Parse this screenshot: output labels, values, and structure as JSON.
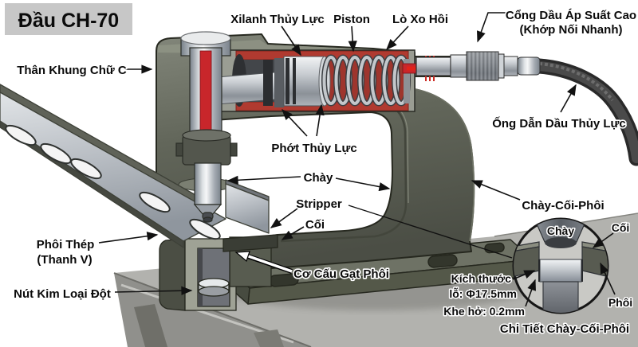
{
  "labels": {
    "title": "Đầu CH-70",
    "cylinder": "Xilanh Thủy Lực",
    "piston": "Piston",
    "spring": "Lò Xo Hồi",
    "port1": "Cổng Dầu Áp Suất Cao",
    "port2": "(Khớp Nối Nhanh)",
    "frame": "Thân Khung Chữ C",
    "hose": "Ống Dẫn Dầu Thủy Lực",
    "seal": "Phớt Thủy Lực",
    "punch": "Chày",
    "stripper": "Stripper",
    "die": "Cối",
    "pdw": "Chày-Cối-Phôi",
    "workpiece1": "Phôi Thép",
    "workpiece2": "(Thanh V)",
    "ejector": "Cơ Cấu Gạt Phôi",
    "slug": "Nút Kim Loại Đột"
  },
  "inset": {
    "punch": "Chày",
    "die": "Cối",
    "workpiece": "Phôi",
    "hole1": "Kích thước",
    "hole2": "lỗ: Φ17.5mm",
    "clearance": "Khe hở: 0.2mm",
    "caption": "Chi Tiết Chày-Cối-Phôi"
  },
  "colors": {
    "accent_red": "#c8262b",
    "table_gray": "#b2b2ae",
    "hose_black": "#2a2a2a",
    "title_bg": "#c7c7c7",
    "label_text": "#0a0a0a"
  }
}
